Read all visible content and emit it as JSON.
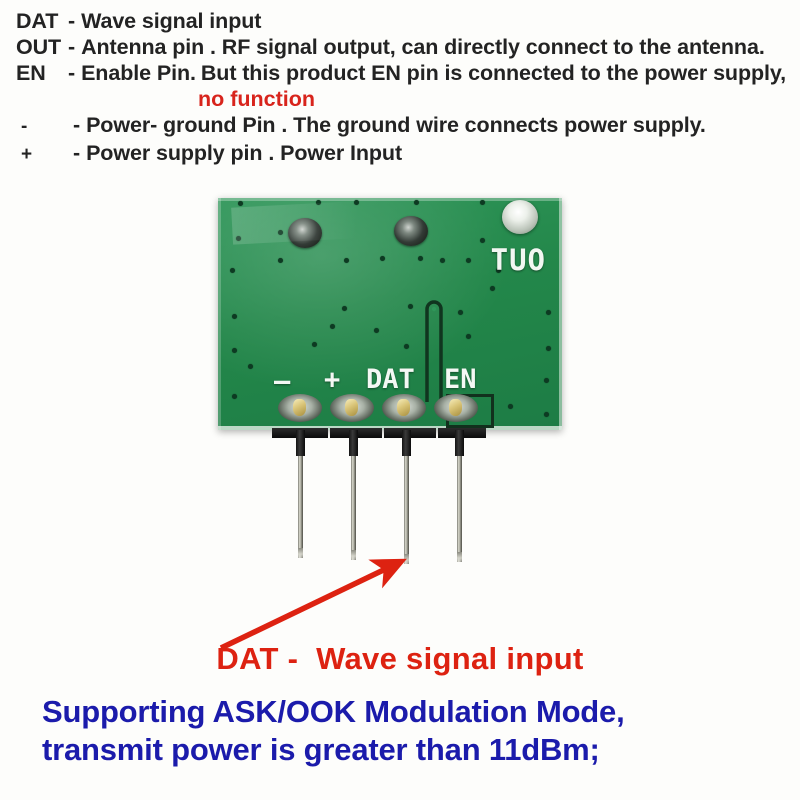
{
  "legend": {
    "rows": [
      {
        "name": "DAT",
        "dash": "-",
        "text": "Wave signal input",
        "warn": ""
      },
      {
        "name": "OUT",
        "dash": "-",
        "text": "Antenna pin . RF signal output, can directly connect to the antenna.",
        "warn": ""
      },
      {
        "name": "EN",
        "dash": "-",
        "text": "Enable Pin.",
        "warn": "But this product EN pin is connected to the power supply,"
      },
      {
        "name": "-",
        "dash": "-",
        "text": "Power- ground Pin . The ground wire connects power supply.",
        "warn": ""
      },
      {
        "name": "+",
        "dash": "-",
        "text": "Power supply pin . Power Input",
        "warn": ""
      }
    ],
    "warn_continuation": "no function"
  },
  "board": {
    "silkscreen_out": "TUO",
    "silkscreen_minus": "—",
    "silkscreen_plus": "+",
    "silkscreen_dat": "DAT",
    "silkscreen_en": "EN",
    "pcb_color": "#23874a",
    "silkscreen_color": "#f4f8f4",
    "pin_count": 4
  },
  "callout": {
    "arrow_color": "#dd2211",
    "target_pin": "DAT"
  },
  "captions": {
    "red_line": "DAT -  Wave signal input",
    "red_color": "#dd2211",
    "blue_line_1": "Supporting ASK/OOK Modulation Mode,",
    "blue_line_2": "transmit power is greater than 11dBm;",
    "blue_color": "#1b1bab"
  }
}
